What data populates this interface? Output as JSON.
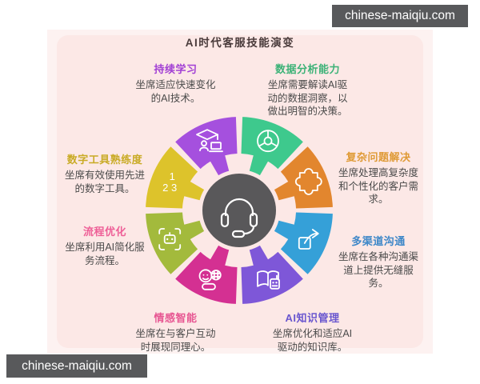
{
  "title": "AI时代客服技能演变",
  "watermark": {
    "text": "chinese-maiqiu.com",
    "bg": "#58595b"
  },
  "colors": {
    "page_bg": "#ffffff",
    "panel_bg": "#fdf2f1",
    "card_bg": "#fce8e6",
    "desc_text": "#4a4a4a",
    "title_text": "#4a3b3b"
  },
  "center": {
    "icon": "headset-icon",
    "color": "#59585a"
  },
  "labels": [
    {
      "title": "持续学习",
      "color": "#a13fd4",
      "lines": [
        "坐席适应快速变化",
        "的AI技术。"
      ]
    },
    {
      "title": "数据分析能力",
      "color": "#3cb277",
      "lines": [
        "坐席需要解读AI驱",
        "动的数据洞察，以",
        "做出明智的决策。"
      ]
    },
    {
      "title": "数字工具熟练度",
      "color": "#c9ab26",
      "lines": [
        "坐席有效使用先进",
        "的数字工具。"
      ]
    },
    {
      "title": "复杂问题解决",
      "color": "#df9a35",
      "lines": [
        "坐席处理高复杂度",
        "和个性化的客户需",
        "求。"
      ]
    },
    {
      "title": "流程优化",
      "color": "#ee5f97",
      "lines": [
        "坐席利用AI简化服",
        "务流程。"
      ]
    },
    {
      "title": "多渠道沟通",
      "color": "#3d87c8",
      "lines": [
        "坐席在各种沟通渠",
        "道上提供无缝服",
        "务。"
      ]
    },
    {
      "title": "情感智能",
      "color": "#e75692",
      "lines": [
        "坐席在与客户互动",
        "时展现同理心。"
      ]
    },
    {
      "title": "AI知识管理",
      "color": "#6a57cf",
      "lines": [
        "坐席优化和适应AI",
        "驱动的知识库。"
      ]
    }
  ],
  "wheel": {
    "segments": [
      {
        "name": "learning",
        "icon": "graduation-cap-icon",
        "color": "#a550de",
        "start": 317,
        "end": 358
      },
      {
        "name": "data-analysis",
        "icon": "pie-chart-icon",
        "color": "#3ec98d",
        "start": 2,
        "end": 43
      },
      {
        "name": "problem-solving",
        "icon": "puzzle-icon",
        "color": "#e2862e",
        "start": 47,
        "end": 88
      },
      {
        "name": "multichannel",
        "icon": "share-arrow-icon",
        "color": "#35a0d8",
        "start": 92,
        "end": 133
      },
      {
        "name": "knowledge",
        "icon": "book-robot-icon",
        "color": "#7e57d8",
        "start": 137,
        "end": 178
      },
      {
        "name": "emotion",
        "icon": "smiley-chat-icon",
        "color": "#d43092",
        "start": 182,
        "end": 223
      },
      {
        "name": "process",
        "icon": "robot-scan-icon",
        "color": "#a3ba3c",
        "start": 227,
        "end": 268
      },
      {
        "name": "digital-tools",
        "icon": "numbers-123-icon",
        "color": "#ddc32b",
        "start": 272,
        "end": 313,
        "numbers": [
          "1",
          "2 3"
        ]
      }
    ]
  }
}
